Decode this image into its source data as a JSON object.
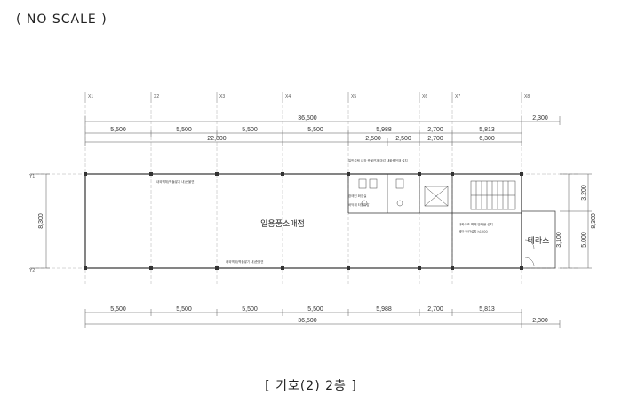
{
  "header": {
    "scale_note": "( NO SCALE )"
  },
  "footer": {
    "caption": "[ 기호(2) 2층 ]"
  },
  "grid": {
    "columns": [
      "X1",
      "X2",
      "X3",
      "X4",
      "X5",
      "X6",
      "X7",
      "X8"
    ],
    "rows": [
      "Y1",
      "Y2"
    ]
  },
  "dimensions": {
    "overall": "36,500",
    "right_extension": "2,300",
    "top_bays": [
      "5,500",
      "5,500",
      "5,500",
      "5,500",
      "5,988",
      "2,700",
      "5,813"
    ],
    "top_subtotal_left": "22,800",
    "top_sub_right": [
      "2,500",
      "2,500",
      "2,700",
      "6,300"
    ],
    "bottom_bays": [
      "5,500",
      "5,500",
      "5,500",
      "5,500",
      "5,988",
      "2,700",
      "5,813"
    ],
    "bottom_overall": "36,500",
    "bottom_right_extension": "2,300",
    "left_depth": "8,300",
    "right_depth_total": "8,300",
    "right_depth_upper": "3,200",
    "right_depth_lower": "5,000",
    "terrace_depth": "3,100"
  },
  "rooms": {
    "retail": "일용품소매점",
    "terrace": "테라스"
  },
  "annotations": {
    "wall_top": "내외벽체(벽돌쌓기 내)준불연",
    "wall_bottom": "내외벽체(벽돌쌓기 내)준불연",
    "restroom_top": "일반주택 내장 준불연재 마감 내화충전재 설치",
    "restroom_label": "장애인 화장실",
    "restroom_note": "바닥재 타일마감",
    "stair_note": "계단 난간설치 h1200",
    "core_note": "내화구조 벽체 방화문 설치"
  }
}
